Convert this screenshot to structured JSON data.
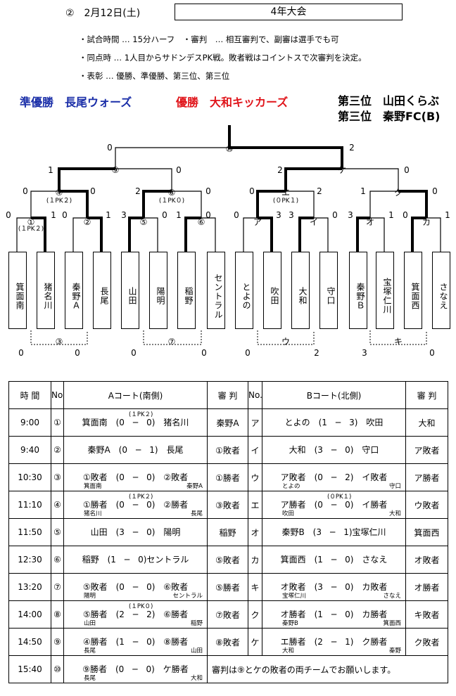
{
  "header": {
    "date": "②　2月12日(土)",
    "title": "4年大会"
  },
  "rules": [
    "・試合時間 … 15分ハーフ　・審判　… 相互審判で、副審は選手でも可",
    "・同点時 … 1人目からサドンデスPK戦。敗者戦はコイントスで次審判を決定。",
    "・表彰 … 優勝、準優勝、第三位、第三位"
  ],
  "results": {
    "runner_up": "準優勝　長尾ウォーズ",
    "winner": "優勝　大和キッカーズ",
    "third1": "第三位　山田くらぶ",
    "third2": "第三位　秦野FC(B)"
  },
  "bracket": {
    "teams": [
      "箕面南",
      "猪名川",
      "秦野Ａ",
      "長尾",
      "山田",
      "陽明",
      "稲野",
      "セントラル",
      "とよの",
      "吹田",
      "大和",
      "守口",
      "秦野Ｂ",
      "宝塚仁川",
      "箕面西",
      "さなえ"
    ],
    "match_labels": {
      "m1": "①",
      "m2": "②",
      "m5": "⑤",
      "m6": "⑥",
      "mA": "ア",
      "mI": "イ",
      "mO": "オ",
      "mKa": "カ",
      "m4": "④",
      "m8": "⑧",
      "mE": "エ",
      "mKu": "ク",
      "m9": "⑨",
      "mKe": "ケ",
      "m10": "⑩",
      "m3": "③",
      "m7": "⑦",
      "mU": "ウ",
      "mKi": "キ"
    },
    "pk_notes": {
      "m1": "(１PK２)",
      "m4": "(１PK２)",
      "m8": "(１PK０)",
      "mE": "(０PK１)"
    },
    "scores": {
      "r1": [
        "0",
        "1",
        "0",
        "1",
        "3",
        "0",
        "1",
        "0",
        "0",
        "3",
        "3",
        "0",
        "3",
        "1",
        "0",
        "1"
      ],
      "r2": [
        "0",
        "0",
        "2",
        "0",
        "0",
        "2",
        "1",
        "0"
      ],
      "r3": [
        "1",
        "0",
        "2",
        "0"
      ],
      "r4": [
        "0",
        "2"
      ],
      "consolation": [
        "0",
        "0",
        "0",
        "0",
        "0",
        "2",
        "3",
        "0"
      ]
    }
  },
  "schedule": {
    "headers": [
      "時 間",
      "No.",
      "Aコート(南側)",
      "審 判",
      "No.",
      "Bコート(北側)",
      "審 判"
    ],
    "rows": [
      {
        "time": "9:00",
        "noA": "①",
        "a": "箕面南　(0　─　0)　猪名川",
        "a_pk": "(１PK２)",
        "a_sub_l": "",
        "a_sub_r": "",
        "refA": "秦野A",
        "noB": "ア",
        "b": "とよの　(1　─　3)　吹田",
        "b_pk": "",
        "b_sub_l": "",
        "b_sub_r": "",
        "refB": "大和"
      },
      {
        "time": "9:40",
        "noA": "②",
        "a": "秦野A　(0　─　1)　長尾",
        "a_pk": "",
        "a_sub_l": "",
        "a_sub_r": "",
        "refA": "①敗者",
        "noB": "イ",
        "b": "大和　(3　─　0)　守口",
        "b_pk": "",
        "b_sub_l": "",
        "b_sub_r": "",
        "refB": "ア敗者"
      },
      {
        "time": "10:30",
        "noA": "③",
        "a": "①敗者　(0　─　0)　②敗者",
        "a_pk": "",
        "a_sub_l": "箕面南",
        "a_sub_r": "秦野A",
        "refA": "①勝者",
        "noB": "ウ",
        "b": "ア敗者　(0　─　2)　イ敗者",
        "b_pk": "",
        "b_sub_l": "とよの",
        "b_sub_r": "守口",
        "refB": "ア勝者"
      },
      {
        "time": "11:10",
        "noA": "④",
        "a": "①勝者　(0　─　0)　②勝者",
        "a_pk": "(１PK２)",
        "a_sub_l": "猪名川",
        "a_sub_r": "長尾",
        "refA": "③敗者",
        "noB": "エ",
        "b": "ア勝者　(0　─　0)　イ勝者",
        "b_pk": "(０PK１)",
        "b_sub_l": "吹田",
        "b_sub_r": "大和",
        "refB": "ウ敗者"
      },
      {
        "time": "11:50",
        "noA": "⑤",
        "a": "山田　(3　─　0)　陽明",
        "a_pk": "",
        "a_sub_l": "",
        "a_sub_r": "",
        "refA": "稲野",
        "noB": "オ",
        "b": "秦野B　(3　─　1)宝塚仁川",
        "b_pk": "",
        "b_sub_l": "",
        "b_sub_r": "",
        "refB": "箕面西"
      },
      {
        "time": "12:30",
        "noA": "⑥",
        "a": "稲野　(1　─　0)セントラル",
        "a_pk": "",
        "a_sub_l": "",
        "a_sub_r": "",
        "refA": "⑤敗者",
        "noB": "カ",
        "b": "箕面西　(1　─　0)　さなえ",
        "b_pk": "",
        "b_sub_l": "",
        "b_sub_r": "",
        "refB": "オ敗者"
      },
      {
        "time": "13:20",
        "noA": "⑦",
        "a": "⑤敗者　(0　─　0)　⑥敗者",
        "a_pk": "",
        "a_sub_l": "陽明",
        "a_sub_r": "セントラル",
        "refA": "⑤勝者",
        "noB": "キ",
        "b": "オ敗者　(3　─　0)　カ敗者",
        "b_pk": "",
        "b_sub_l": "宝塚仁川",
        "b_sub_r": "さなえ",
        "refB": "オ勝者"
      },
      {
        "time": "14:00",
        "noA": "⑧",
        "a": "⑤勝者　(2　─　2)　⑥勝者",
        "a_pk": "(１PK０)",
        "a_sub_l": "山田",
        "a_sub_r": "稲野",
        "refA": "⑦敗者",
        "noB": "ク",
        "b": "オ勝者　(1　─　0)　カ勝者",
        "b_pk": "",
        "b_sub_l": "秦野B",
        "b_sub_r": "箕面西",
        "refB": "キ敗者"
      },
      {
        "time": "14:50",
        "noA": "⑨",
        "a": "④勝者　(1　─　0)　⑧勝者",
        "a_pk": "",
        "a_sub_l": "長尾",
        "a_sub_r": "山田",
        "refA": "⑧敗者",
        "noB": "ケ",
        "b": "エ勝者　(2　─　1)　ク勝者",
        "b_pk": "",
        "b_sub_l": "大和",
        "b_sub_r": "秦野",
        "refB": "ク敗者"
      }
    ],
    "final": {
      "time": "15:40",
      "no": "⑩",
      "a": "⑨勝者　(0　─　0)　ケ勝者",
      "a_sub_l": "長尾",
      "a_sub_r": "大和",
      "note": "審判は⑨とケの敗者の両チームでお願いします。"
    }
  }
}
